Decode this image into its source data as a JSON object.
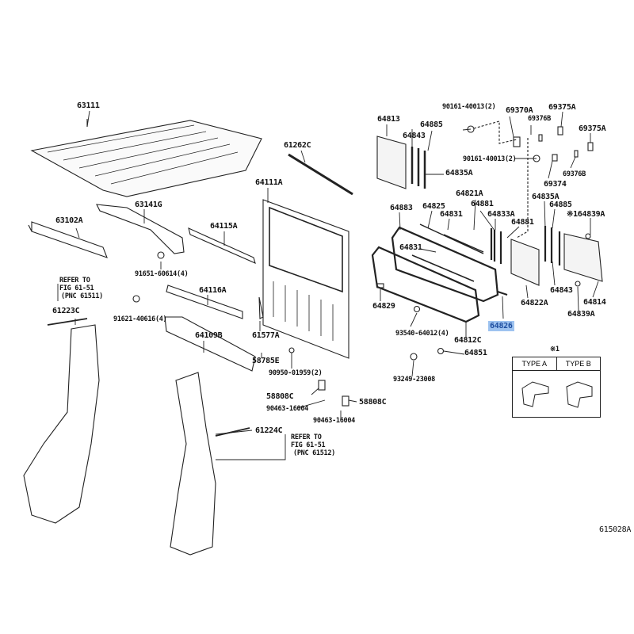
{
  "diagram_id": "615028A",
  "highlight_color": "#9ec3f0",
  "labels": {
    "roof": "63111",
    "roof_drip": "61262C",
    "back_panel": "64111A",
    "roof_rail": "63141G",
    "roof_rail_inner": "63102A",
    "upper_rail": "64115A",
    "bolt_a": "91651-60614(4)",
    "upper_rail_2": "64116A",
    "pillar_lh": "61223C",
    "bolt_b": "91621-40616(4)",
    "lower_rail": "64109B",
    "bracket": "61577A",
    "clip_a": "58785E",
    "plug": "90950-01959(2)",
    "hinge_l": "58808C",
    "clip_l": "90463-16004",
    "hinge_r": "58808C",
    "clip_r": "90463-16004",
    "pillar_rh": "61224C",
    "g_bolt1": "90161-40013(2)",
    "latch": "69370A",
    "cap1": "69375A",
    "cap_b1": "69376B",
    "cap2": "69375A",
    "glass_l": "64813",
    "weather_l1": "64885",
    "weather_l2": "64843",
    "g_bolt2": "90161-40013(2)",
    "run_l": "64835A",
    "cap_b2": "69376B",
    "striker": "69374",
    "glass_c": "64821A",
    "run_r": "64835A",
    "frame": "64883",
    "moulding": "64825",
    "run_c1": "64881",
    "weather_r1": "64885",
    "stopper_top": "※164839A",
    "channel_1": "64831",
    "run_c2": "64833A",
    "run_c3": "64881",
    "channel_2": "64831",
    "spacer": "64829",
    "weather_r2": "64843",
    "glass_slide": "64822A",
    "glass_r": "64814",
    "stopper_bot": "64839A",
    "selected_part": "64826",
    "screw": "93540-64012(4)",
    "frame_seal": "64812C",
    "nut": "64851",
    "screw_b": "93249-23008",
    "note_mark": "※1"
  },
  "refer_left": {
    "line1": "REFER TO",
    "line2": "FIG 61-51",
    "line3": "(PNC 61511)"
  },
  "refer_right": {
    "line1": "REFER TO",
    "line2": "FIG 61-51",
    "line3": "(PNC 61512)"
  },
  "type_box": {
    "type_a": "TYPE A",
    "type_b": "TYPE B"
  }
}
